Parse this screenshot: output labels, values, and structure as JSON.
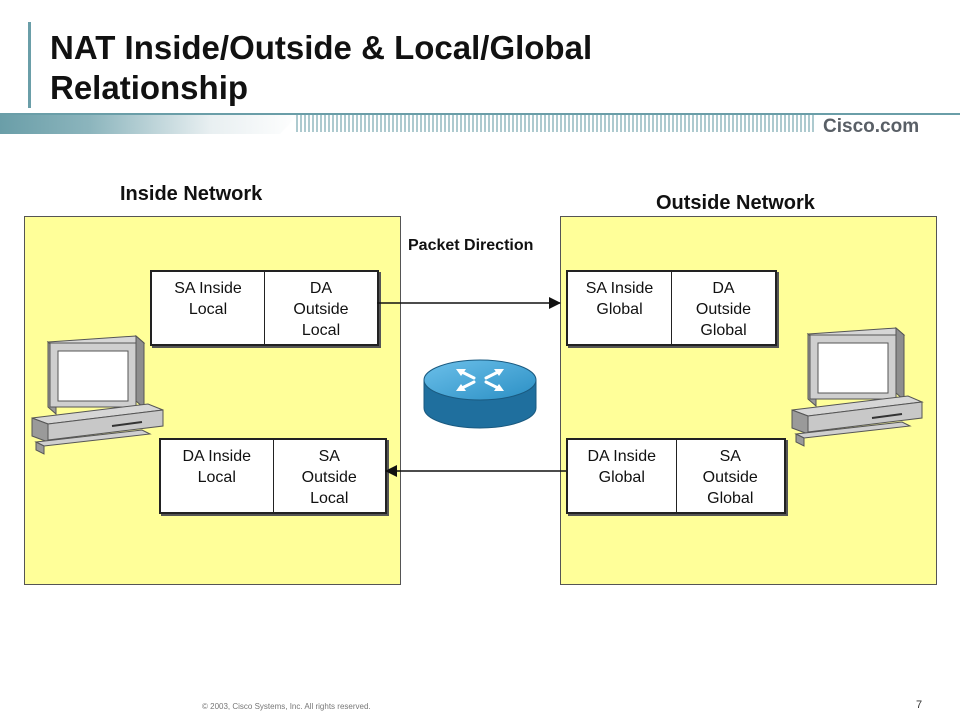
{
  "slide": {
    "title_line1": "NAT Inside/Outside & Local/Global",
    "title_line2": "Relationship",
    "brand": "Cisco.com",
    "footer": "© 2003, Cisco Systems, Inc. All rights reserved.",
    "page_number": "7"
  },
  "diagram": {
    "inside_label": "Inside Network",
    "outside_label": "Outside Network",
    "packet_direction_label": "Packet Direction",
    "inside_outbound": {
      "left": "SA Inside\nLocal",
      "right": "DA\nOutside\nLocal"
    },
    "outside_outbound": {
      "left": "SA Inside\nGlobal",
      "right": "DA\nOutside\nGlobal"
    },
    "inside_return": {
      "left": "DA Inside\nLocal",
      "right": "SA\nOutside\nLocal"
    },
    "outside_return": {
      "left": "DA Inside\nGlobal",
      "right": "SA\nOutside\nGlobal"
    },
    "colors": {
      "network_fill": "#ffff99",
      "router": "#2b8fc4",
      "band": "#6a9ea8"
    },
    "icons": [
      "inside-computer-icon",
      "outside-computer-icon",
      "router-icon"
    ]
  }
}
